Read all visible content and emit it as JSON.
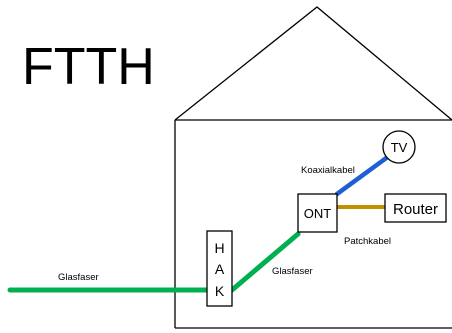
{
  "title": "FTTH",
  "boxes": {
    "hak_letters": [
      "H",
      "A",
      "K"
    ],
    "ont": "ONT",
    "router": "Router",
    "tv": "TV"
  },
  "labels": {
    "glasfaser_outside": "Glasfaser",
    "glasfaser_inside": "Glasfaser",
    "koaxialkabel": "Koaxialkabel",
    "patchkabel": "Patchkabel"
  },
  "colors": {
    "fiber": "#00b050",
    "coax": "#1f5fd6",
    "patch": "#bf9000",
    "outline": "#000000"
  }
}
